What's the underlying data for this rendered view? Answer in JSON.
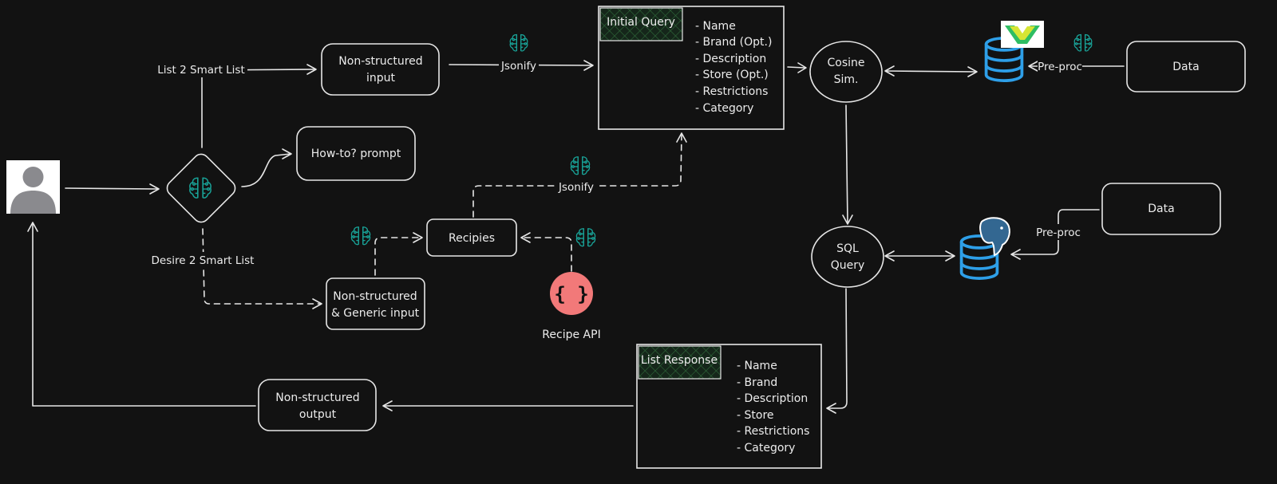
{
  "nodes": {
    "list_smart_list": "List 2 Smart List",
    "desire_smart_list": "Desire 2 Smart List",
    "nonstruct_input": [
      "Non-structured",
      "input"
    ],
    "howto_prompt": "How-to? prompt",
    "recipies": "Recipies",
    "nonstruct_generic": [
      "Non-structured",
      "& Generic input"
    ],
    "recipe_api": "Recipe API",
    "jsonify_top": "Jsonify",
    "jsonify_mid": "Jsonify",
    "cosine": [
      "Cosine",
      "Sim."
    ],
    "sql_query": [
      "SQL",
      "Query"
    ],
    "preproc_top": "Pre-proc",
    "preproc_bottom": "Pre-proc",
    "data_top": "Data",
    "data_bottom": "Data",
    "nonstruct_output": [
      "Non-structured",
      "output"
    ]
  },
  "initial_query": {
    "title": "Initial Query",
    "fields": [
      "- Name",
      "- Brand (Opt.)",
      "- Description",
      "- Store (Opt.)",
      "- Restrictions",
      "- Category"
    ]
  },
  "list_response": {
    "title": "List Response",
    "fields": [
      "- Name",
      "- Brand",
      "- Description",
      "- Store",
      "- Restrictions",
      "- Category"
    ]
  },
  "icons": {
    "user": "user-avatar-icon",
    "ai_brain": "brain-circuit-icon",
    "json_api": "curly-braces-icon",
    "vector_db": "database-icon",
    "postgres": "postgresql-elephant-icon",
    "weaviate": "weaviate-logo-icon"
  },
  "colors": {
    "background": "#121212",
    "stroke": "#e6e6e6",
    "brain": "#19a398",
    "database": "#2e9fe8",
    "api_circle": "#f27979",
    "hatch": "#1d3a23"
  }
}
